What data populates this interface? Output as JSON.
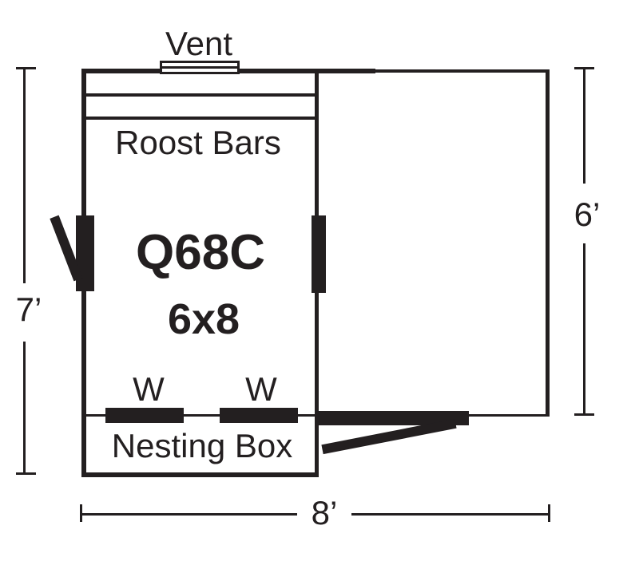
{
  "plan": {
    "vent_label": "Vent",
    "roost_bars_label": "Roost Bars",
    "model": "Q68C",
    "size": "6x8",
    "windows": [
      "W",
      "W"
    ],
    "nesting_box_label": "Nesting Box"
  },
  "dimensions": {
    "left_height": "7’",
    "right_height": "6’",
    "bottom_width": "8’"
  },
  "colors": {
    "ink": "#231f20",
    "background": "#ffffff"
  }
}
